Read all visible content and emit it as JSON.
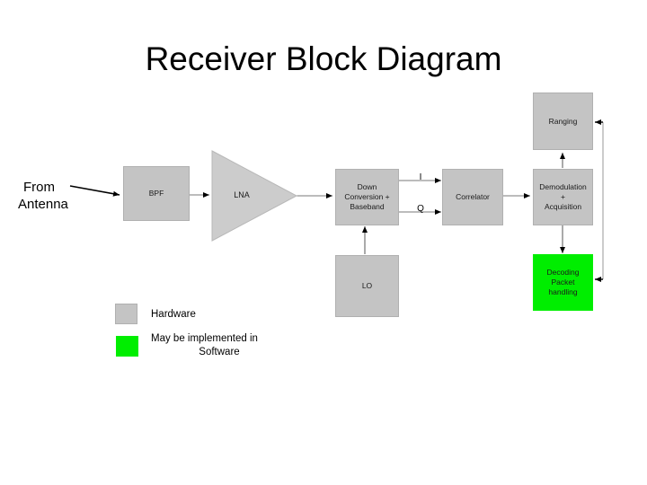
{
  "diagram": {
    "title": "Receiver Block Diagram",
    "input_label_line1": "From",
    "input_label_line2": "Antenna",
    "blocks": {
      "bpf": "BPF",
      "lna": "LNA",
      "downconv_line1": "Down",
      "downconv_line2": "Conversion +",
      "downconv_line3": "Baseband",
      "lo": "LO",
      "correlator": "Correlator",
      "demod_line1": "Demodulation",
      "demod_line2": "+",
      "demod_line3": "Acquisition",
      "ranging": "Ranging",
      "decoding_line1": "Decoding",
      "decoding_line2": "Packet",
      "decoding_line3": "handling"
    },
    "signals": {
      "i": "I",
      "q": "Q"
    },
    "legend": [
      {
        "label": "Hardware",
        "color": "#c4c4c4"
      },
      {
        "label_line1": "May be implemented in",
        "label_line2": "Software",
        "color": "#00ee00"
      }
    ],
    "colors": {
      "hardware": "#c4c4c4",
      "software": "#00ee00",
      "line": "#000000",
      "background": "#ffffff"
    }
  }
}
